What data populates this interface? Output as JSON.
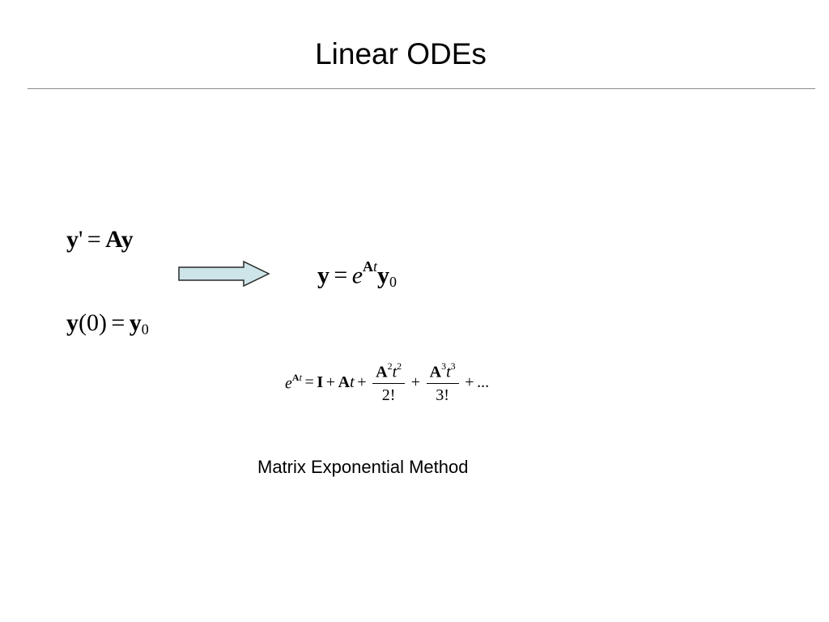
{
  "slide": {
    "title": "Linear ODEs",
    "caption": "Matrix Exponential Method"
  },
  "equations": {
    "ode": {
      "y": "y",
      "prime": "'",
      "eq": "=",
      "A": "A",
      "y2": "y"
    },
    "initial": {
      "y": "y",
      "arg": "(0)",
      "eq": "=",
      "y0": "y",
      "sub0": "0"
    },
    "solution": {
      "y": "y",
      "eq": "=",
      "e": "e",
      "exp_A": "A",
      "exp_t": "t",
      "y0": "y",
      "sub0": "0"
    },
    "series": {
      "e": "e",
      "exp_A": "A",
      "exp_t": "t",
      "eq": "=",
      "I": "I",
      "plus1": "+",
      "A": "A",
      "t": "t",
      "plus2": "+",
      "term2": {
        "A": "A",
        "pA": "2",
        "t": "t",
        "pt": "2",
        "den": "2!"
      },
      "plus3": "+",
      "term3": {
        "A": "A",
        "pA": "3",
        "t": "t",
        "pt": "3",
        "den": "3!"
      },
      "plus4": "+",
      "ellipsis": "..."
    }
  },
  "colors": {
    "arrow_fill": "#cde5e8",
    "arrow_stroke": "#2a2a2a",
    "rule": "#8c8c8c"
  }
}
